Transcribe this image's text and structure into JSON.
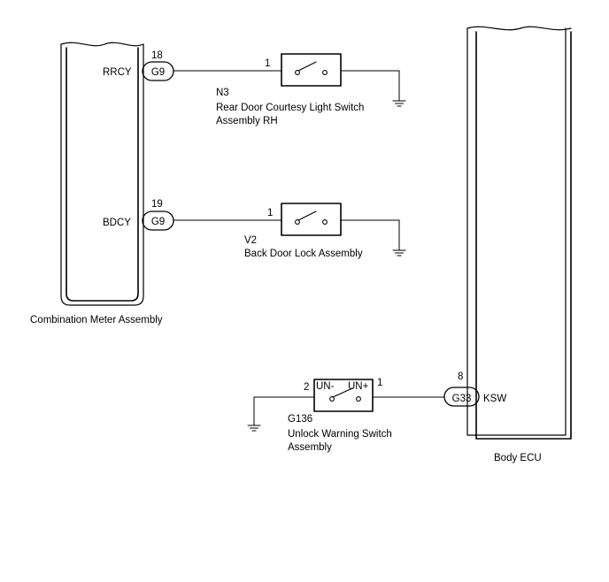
{
  "colors": {
    "line": "#000000",
    "background": "#ffffff"
  },
  "combination_meter": {
    "name": "Combination Meter Assembly",
    "pins": [
      {
        "terminal_name": "RRCY",
        "pin": "18",
        "connector": "G9"
      },
      {
        "terminal_name": "BDCY",
        "pin": "19",
        "connector": "G9"
      }
    ]
  },
  "switches": [
    {
      "code": "N3",
      "name_line1": "Rear Door Courtesy Light Switch",
      "name_line2": "Assembly RH",
      "pin": "1"
    },
    {
      "code": "V2",
      "name_line1": "Back Door Lock Assembly",
      "name_line2": "",
      "pin": "1"
    }
  ],
  "unlock_switch": {
    "code": "G136",
    "name_line1": "Unlock Warning Switch",
    "name_line2": "Assembly",
    "pin_left": "2",
    "pin_right": "1",
    "label_left": "UN-",
    "label_right": "UN+"
  },
  "body_ecu": {
    "name": "Body ECU",
    "pin": "8",
    "connector": "G33",
    "terminal_name": "KSW"
  }
}
